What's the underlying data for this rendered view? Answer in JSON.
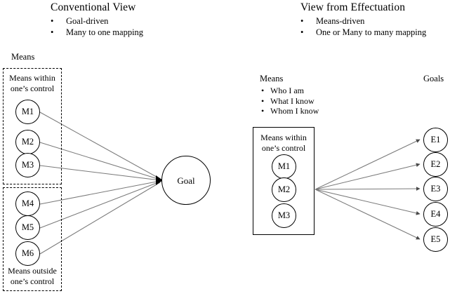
{
  "left_panel": {
    "title": "Conventional View",
    "bullets": [
      "Goal-driven",
      "Many to one mapping"
    ],
    "means_label": "Means",
    "inner_box": {
      "caption_line1": "Means within",
      "caption_line2": "one’s control",
      "nodes": [
        "M1",
        "M2",
        "M3"
      ]
    },
    "outer_box": {
      "caption_line1": "Means outside",
      "caption_line2": "one’s control",
      "nodes": [
        "M4",
        "M5",
        "M6"
      ]
    },
    "goal_node": "Goal"
  },
  "right_panel": {
    "title": "View from Effectuation",
    "bullets": [
      "Means-driven",
      "One or Many to many mapping"
    ],
    "means_label": "Means",
    "means_bullets": [
      "Who I am",
      "What I know",
      "Whom I know"
    ],
    "goals_label": "Goals",
    "box": {
      "caption_line1": "Means within",
      "caption_line2": "one’s control",
      "nodes": [
        "M1",
        "M2",
        "M3"
      ]
    },
    "goal_nodes": [
      "E1",
      "E2",
      "E3",
      "E4",
      "E5"
    ]
  },
  "style": {
    "line_color": "#7a7a7a",
    "stroke_color": "#000000",
    "background": "#ffffff",
    "bullet_glyph": "•"
  }
}
